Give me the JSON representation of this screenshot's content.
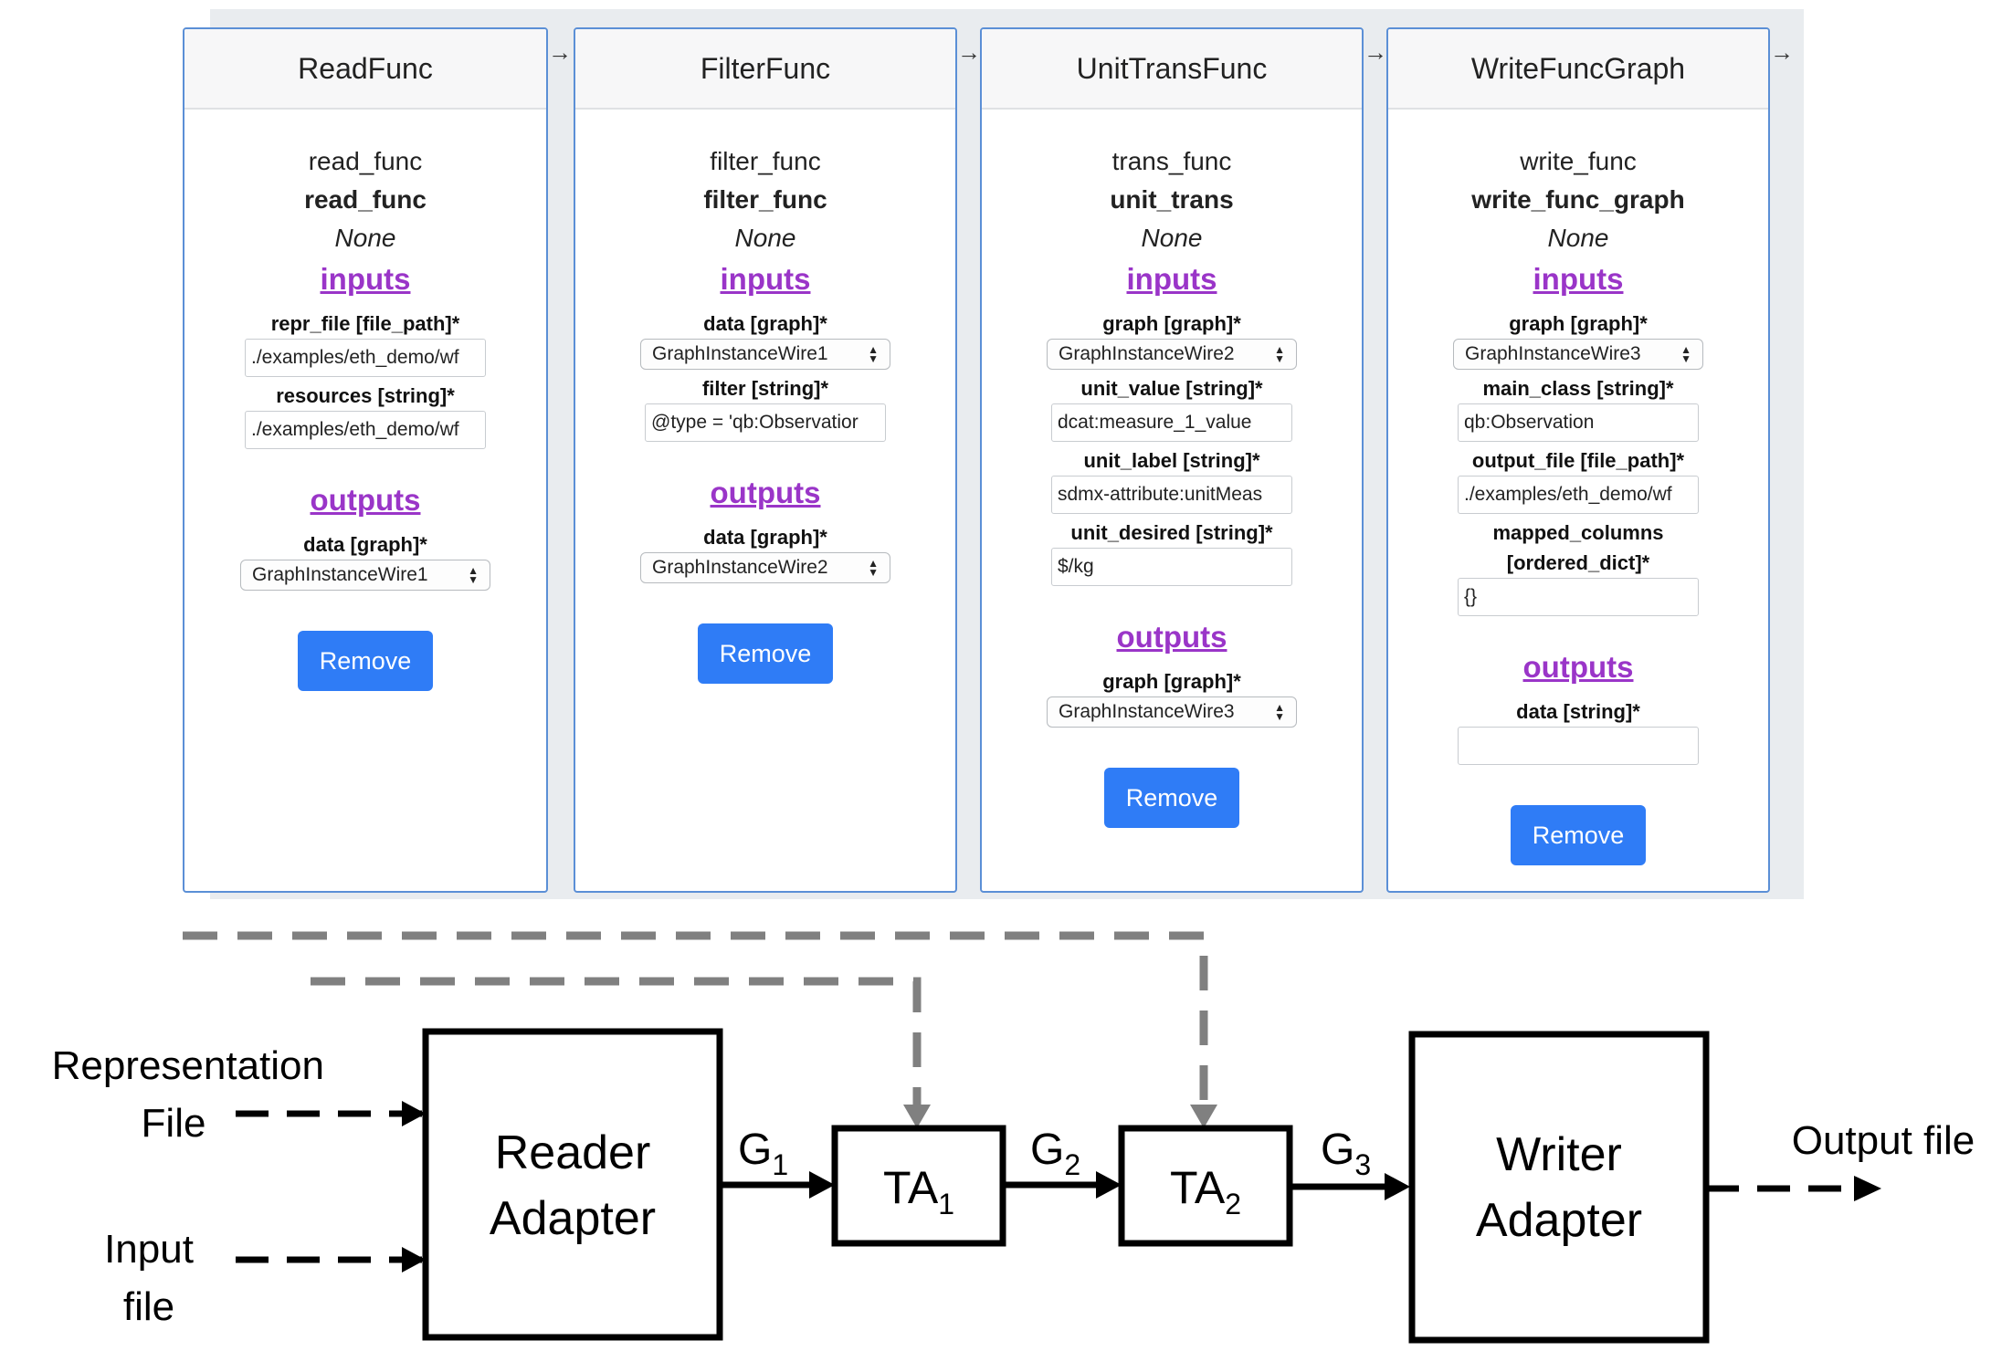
{
  "cards": [
    {
      "title": "ReadFunc",
      "name": "read_func",
      "id": "read_func",
      "desc": "None",
      "inputs_label": "inputs",
      "inputs": [
        {
          "label": "repr_file [file_path]*",
          "kind": "text",
          "value": "./examples/eth_demo/wf"
        },
        {
          "label": "resources [string]*",
          "kind": "text",
          "value": "./examples/eth_demo/wf"
        }
      ],
      "outputs_label": "outputs",
      "outputs": [
        {
          "label": "data [graph]*",
          "kind": "select",
          "value": "GraphInstanceWire1"
        }
      ],
      "remove_label": "Remove"
    },
    {
      "title": "FilterFunc",
      "name": "filter_func",
      "id": "filter_func",
      "desc": "None",
      "inputs_label": "inputs",
      "inputs": [
        {
          "label": "data [graph]*",
          "kind": "select",
          "value": "GraphInstanceWire1"
        },
        {
          "label": "filter [string]*",
          "kind": "text",
          "value": "@type = 'qb:Observatior"
        }
      ],
      "outputs_label": "outputs",
      "outputs": [
        {
          "label": "data [graph]*",
          "kind": "select",
          "value": "GraphInstanceWire2"
        }
      ],
      "remove_label": "Remove"
    },
    {
      "title": "UnitTransFunc",
      "name": "trans_func",
      "id": "unit_trans",
      "desc": "None",
      "inputs_label": "inputs",
      "inputs": [
        {
          "label": "graph [graph]*",
          "kind": "select",
          "value": "GraphInstanceWire2"
        },
        {
          "label": "unit_value [string]*",
          "kind": "text",
          "value": "dcat:measure_1_value"
        },
        {
          "label": "unit_label [string]*",
          "kind": "text",
          "value": "sdmx-attribute:unitMeas"
        },
        {
          "label": "unit_desired [string]*",
          "kind": "text",
          "value": "$/kg"
        }
      ],
      "outputs_label": "outputs",
      "outputs": [
        {
          "label": "graph [graph]*",
          "kind": "select",
          "value": "GraphInstanceWire3"
        }
      ],
      "remove_label": "Remove"
    },
    {
      "title": "WriteFuncGraph",
      "name": "write_func",
      "id": "write_func_graph",
      "desc": "None",
      "inputs_label": "inputs",
      "inputs": [
        {
          "label": "graph [graph]*",
          "kind": "select",
          "value": "GraphInstanceWire3"
        },
        {
          "label": "main_class [string]*",
          "kind": "text",
          "value": "qb:Observation"
        },
        {
          "label": "output_file [file_path]*",
          "kind": "text",
          "value": "./examples/eth_demo/wf"
        },
        {
          "label": "mapped_columns [ordered_dict]*",
          "kind": "text",
          "value": "{}"
        }
      ],
      "outputs_label": "outputs",
      "outputs": [
        {
          "label": "data [string]*",
          "kind": "text",
          "value": ""
        }
      ],
      "remove_label": "Remove"
    }
  ],
  "card_arrow": "→",
  "diagram": {
    "representation_file": [
      "Representation",
      "File"
    ],
    "input_file": [
      "Input",
      "file"
    ],
    "reader_adapter": [
      "Reader",
      "Adapter"
    ],
    "writer_adapter": [
      "Writer",
      "Adapter"
    ],
    "ta1": {
      "base": "TA",
      "sub": "1"
    },
    "ta2": {
      "base": "TA",
      "sub": "2"
    },
    "g1": {
      "base": "G",
      "sub": "1"
    },
    "g2": {
      "base": "G",
      "sub": "2"
    },
    "g3": {
      "base": "G",
      "sub": "3"
    },
    "output_file": "Output file",
    "dashed_line_color": "#808080"
  }
}
